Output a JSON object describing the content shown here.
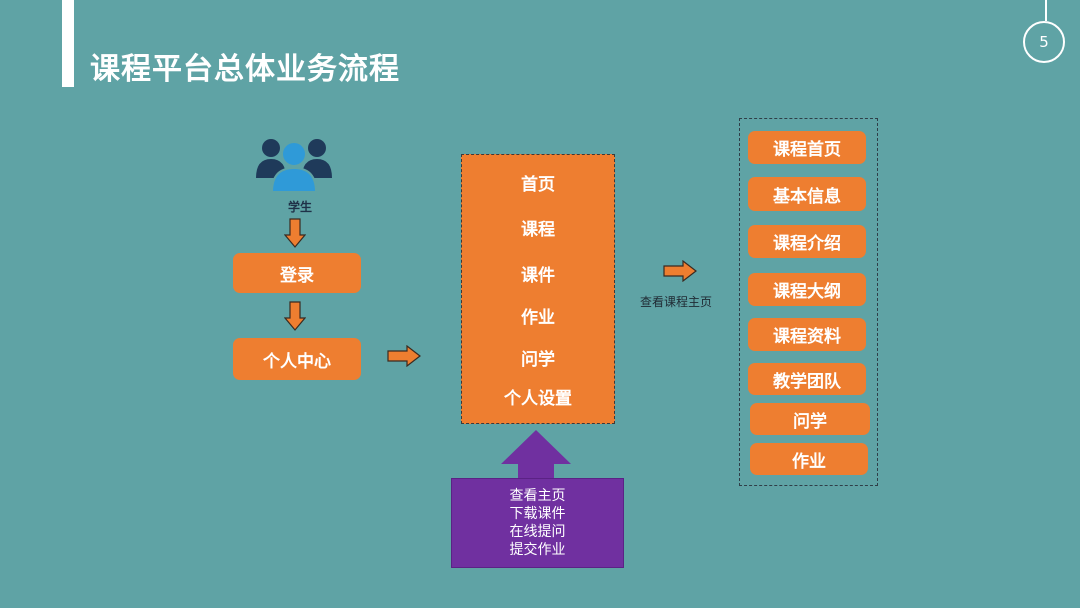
{
  "slide": {
    "title": "课程平台总体业务流程",
    "page_number": "5"
  },
  "colors": {
    "background": "#5fa3a5",
    "orange": "#ee7e30",
    "purple": "#7030a0",
    "user_dark": "#1f3a5a",
    "user_light": "#2f9ad8"
  },
  "flow": {
    "actor_icon": "users-group-icon",
    "actor_label": "学生",
    "login_label": "登录",
    "personal_center_label": "个人中心"
  },
  "menu": {
    "items": [
      {
        "label": "首页"
      },
      {
        "label": "课程"
      },
      {
        "label": "课件"
      },
      {
        "label": "作业"
      },
      {
        "label": "问学"
      },
      {
        "label": "个人设置"
      }
    ]
  },
  "actions": {
    "lines": [
      {
        "label": "查看主页"
      },
      {
        "label": "下载课件"
      },
      {
        "label": "在线提问"
      },
      {
        "label": "提交作业"
      }
    ]
  },
  "course_home": {
    "arrow_label": "查看课程主页",
    "items": [
      {
        "label": "课程首页"
      },
      {
        "label": "基本信息"
      },
      {
        "label": "课程介绍"
      },
      {
        "label": "课程大纲"
      },
      {
        "label": "课程资料"
      },
      {
        "label": "教学团队"
      },
      {
        "label": "问学"
      },
      {
        "label": "作业"
      }
    ]
  }
}
